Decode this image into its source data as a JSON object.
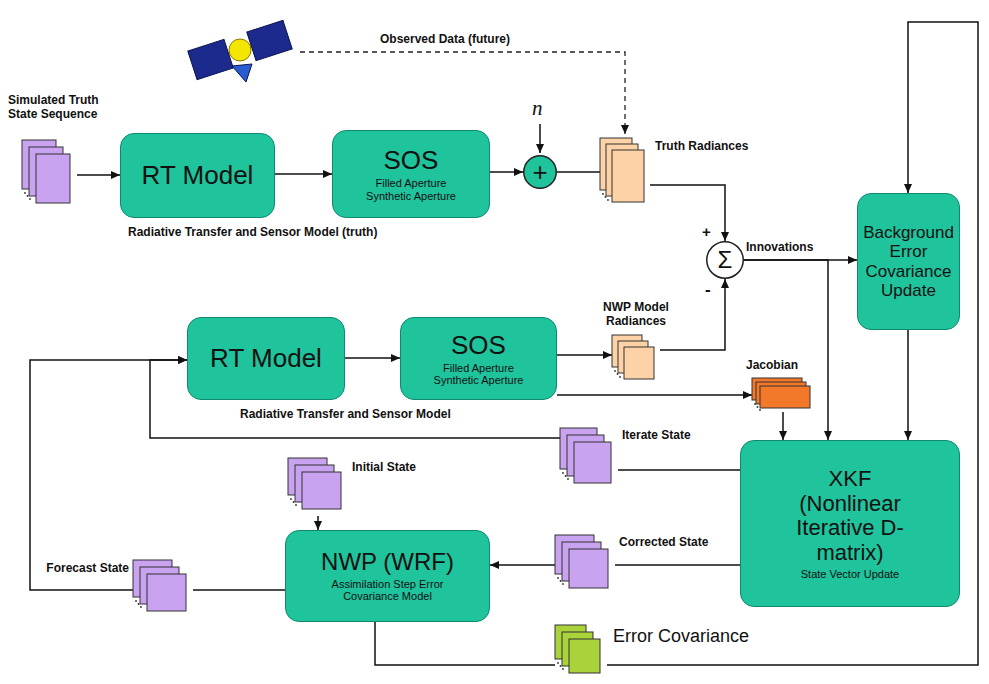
{
  "diagram": {
    "nodes": [
      {
        "text": [
          "Simulated Truth State Sequence"
        ]
      },
      {
        "text": [
          "RT Model"
        ]
      },
      {
        "text": [
          "SOS",
          "Filled Aperture Synthetic Aperture"
        ]
      },
      {
        "text": [
          "+"
        ]
      },
      {
        "text": [
          "Truth Radiances"
        ]
      },
      {
        "text": [
          "Σ"
        ]
      },
      {
        "text": [
          "Background Error Covariance Update"
        ]
      },
      {
        "text": [
          "RT Model"
        ]
      },
      {
        "text": [
          "SOS",
          "Filled Aperture Synthetic Aperture"
        ]
      },
      {
        "text": [
          "NWP Model Radiances"
        ]
      },
      {
        "text": [
          "Jacobian"
        ]
      },
      {
        "text": [
          "Iterate State"
        ]
      },
      {
        "text": [
          "XKF (Nonlinear Iterative D-matrix)",
          "State Vector Update"
        ]
      },
      {
        "text": [
          "Initial State"
        ]
      },
      {
        "text": [
          "NWP (WRF)",
          "Assimilation Step Error Covariance Model"
        ]
      },
      {
        "text": [
          "Corrected State"
        ]
      },
      {
        "text": [
          "Forecast State"
        ]
      },
      {
        "text": [
          "Error Covariance"
        ]
      }
    ],
    "edges": [
      {
        "from": 0,
        "to": 1,
        "arrow": "to"
      },
      {
        "from": 1,
        "to": 2,
        "arrow": "to"
      },
      {
        "from": 2,
        "to": 3,
        "arrow": "to"
      },
      {
        "from": 3,
        "to": 4,
        "arrow": "none"
      },
      {
        "from": 4,
        "to": 5,
        "arrow": "to"
      },
      {
        "from": 9,
        "to": 5,
        "arrow": "to"
      },
      {
        "from": 5,
        "to": 6,
        "label": "Innovations",
        "arrow": "to"
      },
      {
        "from": 5,
        "to": 12,
        "arrow": "to"
      },
      {
        "from": 6,
        "to": 12,
        "arrow": "to"
      },
      {
        "from": 7,
        "to": 8,
        "arrow": "to"
      },
      {
        "from": 8,
        "to": 9,
        "arrow": "to"
      },
      {
        "from": 8,
        "to": 10,
        "arrow": "to"
      },
      {
        "from": 10,
        "to": 12,
        "arrow": "to"
      },
      {
        "from": 12,
        "to": 11,
        "arrow": "none"
      },
      {
        "from": 11,
        "to": 7,
        "arrow": "to"
      },
      {
        "from": 12,
        "to": 15,
        "arrow": "none"
      },
      {
        "from": 15,
        "to": 14,
        "arrow": "to"
      },
      {
        "from": 13,
        "to": 14,
        "arrow": "to"
      },
      {
        "from": 14,
        "to": 16,
        "arrow": "none"
      },
      {
        "from": 16,
        "to": 7,
        "arrow": "to"
      },
      {
        "from": 14,
        "to": 17,
        "arrow": "none"
      },
      {
        "from": 17,
        "to": 6,
        "arrow": "to"
      }
    ],
    "labels": [
      "Observed Data (future)",
      "n",
      "Radiative Transfer and Sensor Model (truth)",
      "+",
      "-",
      "Radiative Transfer and Sensor Model"
    ]
  }
}
